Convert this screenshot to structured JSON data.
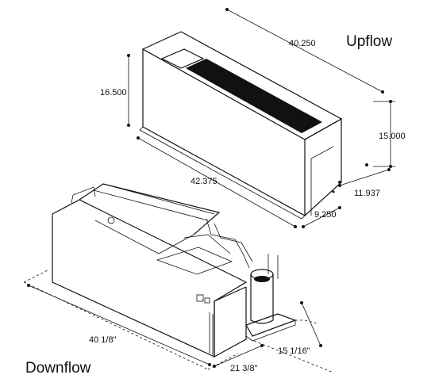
{
  "upflow": {
    "label": "Upflow",
    "dims": {
      "width": "40.250",
      "height": "16.500",
      "length": "42.375",
      "side_height": "15.000",
      "depth": "11.937",
      "base_depth": "9.250"
    }
  },
  "downflow": {
    "label": "Downflow",
    "dims": {
      "length": "40 1/8\"",
      "depth": "15 1/16\"",
      "width": "21 3/8\""
    }
  }
}
